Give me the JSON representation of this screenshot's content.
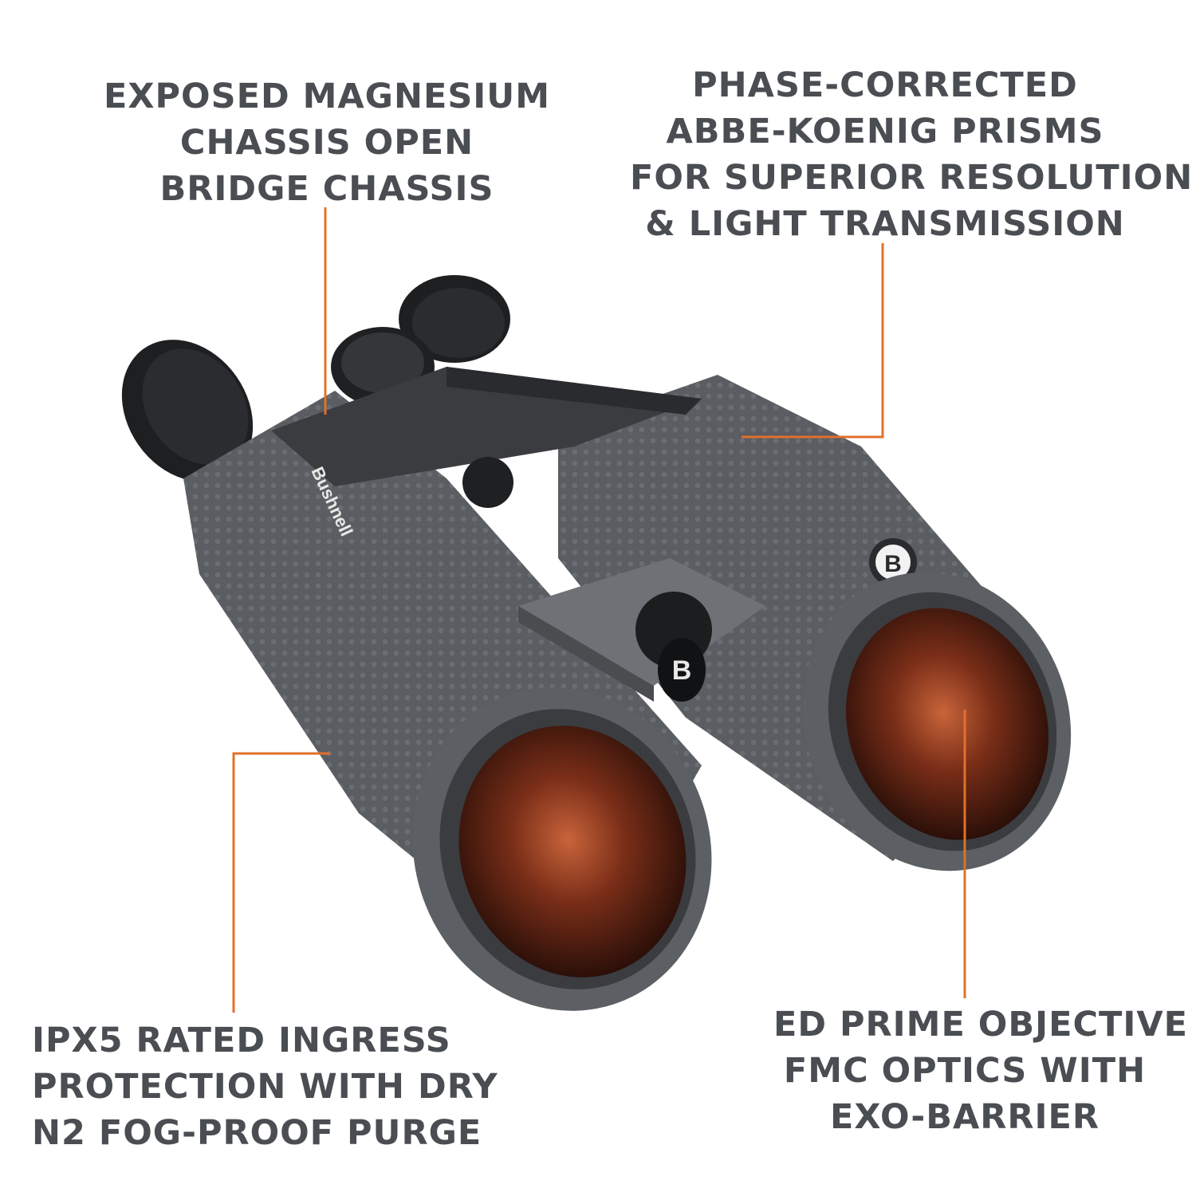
{
  "callouts": {
    "chassis": {
      "lines": [
        "EXPOSED MAGNESIUM",
        "CHASSIS OPEN",
        "BRIDGE CHASSIS"
      ]
    },
    "prisms": {
      "lines": [
        "PHASE-CORRECTED",
        "ABBE-KOENIG PRISMS",
        "FOR SUPERIOR RESOLUTION",
        "& LIGHT TRANSMISSION"
      ]
    },
    "ipx": {
      "lines": [
        "IPX5 RATED INGRESS",
        "PROTECTION WITH DRY",
        "N2 FOG-PROOF PURGE"
      ]
    },
    "ed": {
      "lines": [
        "ED PRIME OBJECTIVE",
        "FMC OPTICS WITH",
        "EXO-BARRIER"
      ]
    }
  },
  "product": {
    "brand_wordmark": "Bushnell",
    "badge_letter": "B"
  },
  "colors": {
    "text": "#4a4d52",
    "leader": "#e0712a",
    "body": "#55585c",
    "lens": "#7a2e18"
  }
}
